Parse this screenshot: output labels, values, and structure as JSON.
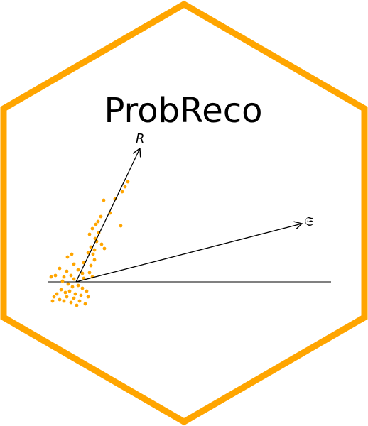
{
  "logo": {
    "title": "ProbReco",
    "label_r": "R",
    "label_s": "𝔖"
  },
  "colors": {
    "hex_border": "#FFA500",
    "points": "#FFA500",
    "lines": "#000000",
    "background": "#FFFFFF"
  }
}
